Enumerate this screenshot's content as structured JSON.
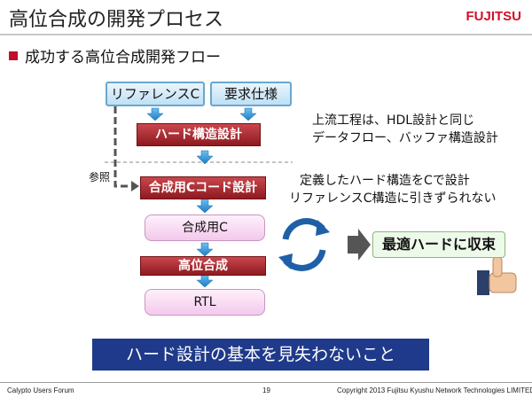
{
  "slide": {
    "title": "高位合成の開発プロセス",
    "logo": "FUJITSU",
    "subtitle": "成功する高位合成開発フロー"
  },
  "flow": {
    "ref_c": "リファレンスC",
    "req_spec": "要求仕様",
    "hw_design": "ハード構造設計",
    "ref_label": "参照",
    "synth_c_design": "合成用Cコード設計",
    "synth_c": "合成用C",
    "hls": "高位合成",
    "rtl": "RTL"
  },
  "notes": {
    "upstream_line1": "上流工程は、HDL設計と同じ",
    "upstream_line2": "データフロー、バッファ構造設計",
    "define_line1": "定義したハード構造をCで設計",
    "define_line2": "リファレンスC構造に引きずられない",
    "result": "最適ハードに収束"
  },
  "banner": "ハード設計の基本を見失わないこと",
  "footer": {
    "left": "Calypto Users Forum",
    "page": "19",
    "copyright": "Copyright 2013 Fujitsu Kyushu Network Technologies LIMITED"
  },
  "colors": {
    "accent_red": "#c0102a",
    "banner_blue": "#1f3a8a",
    "arrow_blue": "#2f8fd6"
  },
  "icons": [
    "refresh-cycle-icon",
    "right-arrow-icon",
    "thumbs-up-icon"
  ]
}
